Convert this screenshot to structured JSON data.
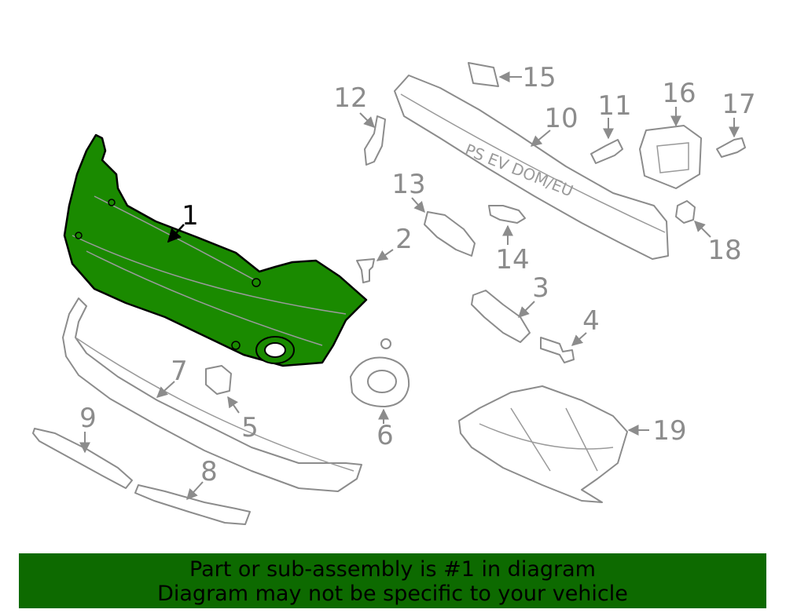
{
  "diagram": {
    "highlight_color": "#1a8a00",
    "callouts": [
      "1",
      "2",
      "3",
      "4",
      "5",
      "6",
      "7",
      "8",
      "9",
      "10",
      "11",
      "12",
      "13",
      "14",
      "15",
      "16",
      "17",
      "18",
      "19"
    ],
    "stamp_text": "PS EV DOM/EU"
  },
  "banner": {
    "background": "#0d6a00",
    "line1": "Part or sub-assembly is #1 in diagram",
    "line2": "Diagram may not be specific to your vehicle"
  }
}
